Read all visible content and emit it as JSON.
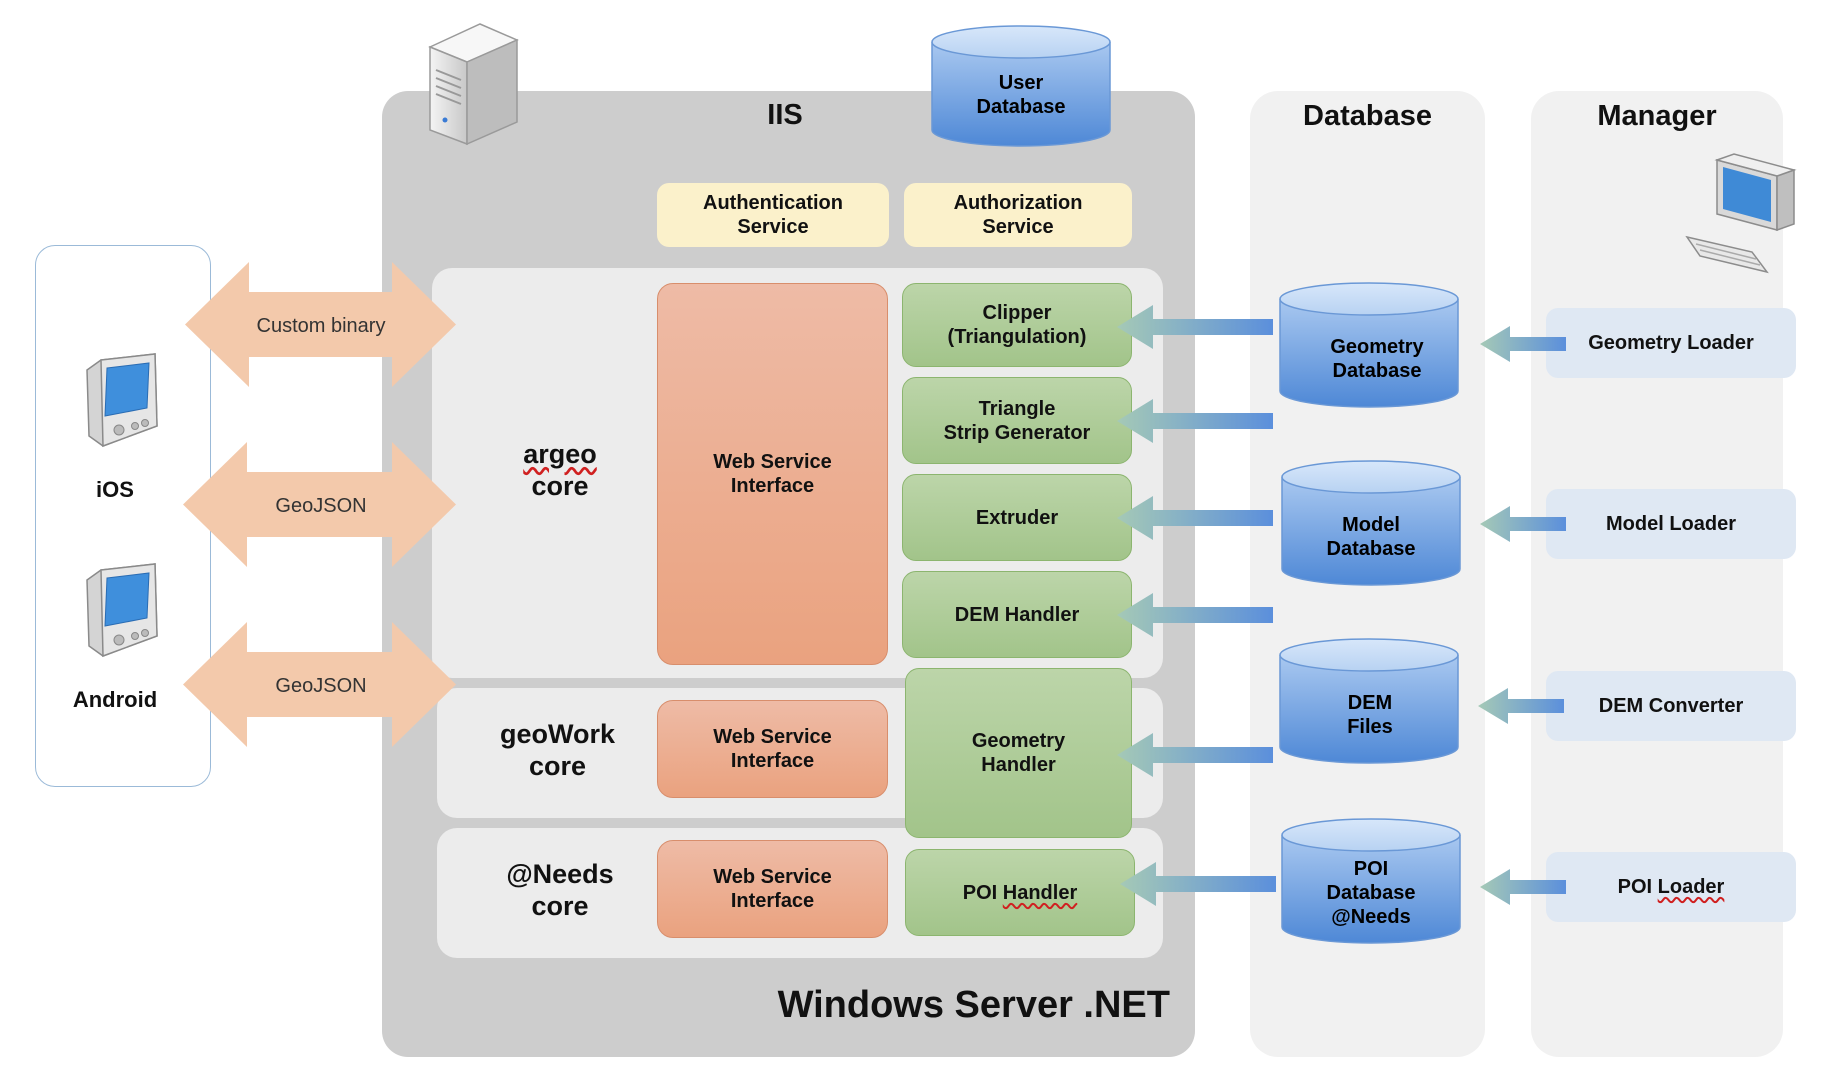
{
  "server": {
    "iis_title": "IIS",
    "platform_label": "Windows Server .NET"
  },
  "columns": {
    "database_title": "Database",
    "manager_title": "Manager"
  },
  "clients": {
    "ios_label": "iOS",
    "android_label": "Android"
  },
  "protocols": [
    "Custom binary",
    "GeoJSON",
    "GeoJSON"
  ],
  "services": {
    "authentication": [
      "Authentication",
      "Service"
    ],
    "authorization": [
      "Authorization",
      "Service"
    ]
  },
  "cores": {
    "argeo": [
      "argeo",
      "core"
    ],
    "geowork": [
      "geoWork",
      "core"
    ],
    "needs": [
      "@Needs",
      "core"
    ]
  },
  "web_service_interface": [
    "Web Service",
    "Interface"
  ],
  "handlers": {
    "clipper": [
      "Clipper",
      "(Triangulation)"
    ],
    "triangle": [
      "Triangle",
      "Strip Generator"
    ],
    "extruder": "Extruder",
    "dem": "DEM Handler",
    "geometry": [
      "Geometry",
      "Handler"
    ],
    "poi": [
      "POI ",
      "Handler"
    ]
  },
  "databases": {
    "user": [
      "User",
      "Database"
    ],
    "geometry": [
      "Geometry",
      "Database"
    ],
    "model": [
      "Model",
      "Database"
    ],
    "dem": [
      "DEM",
      "Files"
    ],
    "poi": [
      "POI",
      "Database",
      "@Needs"
    ]
  },
  "loaders": {
    "geometry": "Geometry Loader",
    "model": "Model Loader",
    "dem": "DEM Converter",
    "poi": [
      "POI ",
      "Loader"
    ]
  },
  "icons": [
    "server-icon",
    "desktop-computer-icon",
    "pda-phone-icon",
    "database-cylinder-icon",
    "double-arrow-icon",
    "arrow-left-icon"
  ],
  "colors": {
    "server_panel": "#cdcdcd",
    "web_service": "#eaa27f",
    "handler": "#a2c48a",
    "service": "#fbf1cb",
    "database": "#5b93dc",
    "protocol_arrow": "#f3c9ab",
    "loader": "#dfe8f3"
  }
}
